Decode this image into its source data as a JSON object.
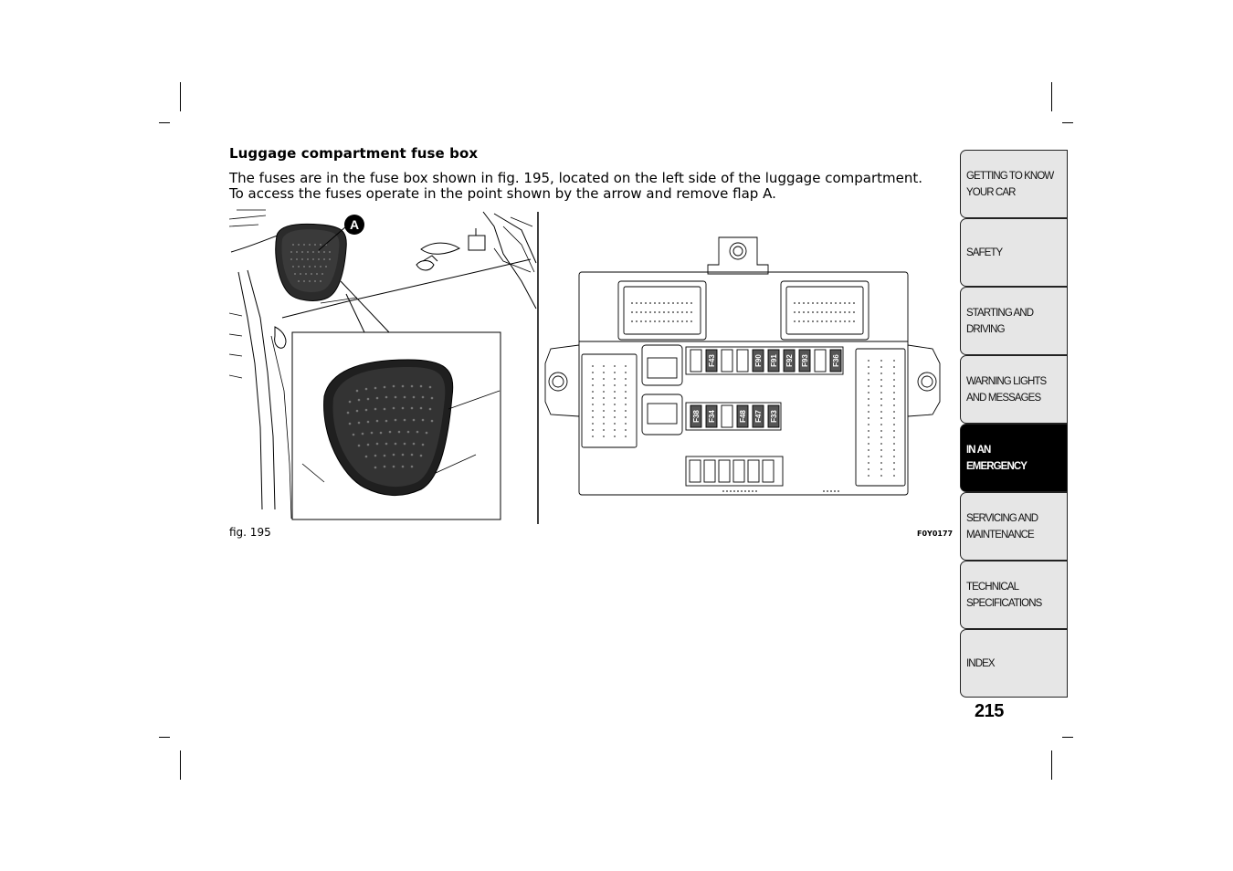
{
  "section": {
    "title": "Luggage compartment fuse box",
    "paragraph_line1": "The fuses are in the fuse box shown in fig. 195, located on the left side of the luggage compartment.",
    "paragraph_line2": "To access the fuses operate in the point shown by the arrow and remove flap A."
  },
  "figure": {
    "caption": "fig. 195",
    "code": "F0Y0177",
    "callout": "A",
    "fuses_top": [
      "F43",
      "F90",
      "F91",
      "F92",
      "F93",
      "F36"
    ],
    "fuses_bottom": [
      "F38",
      "F34",
      "F48",
      "F47",
      "F33"
    ]
  },
  "sidebar": {
    "tabs": [
      {
        "label": "GETTING TO KNOW\nYOUR CAR",
        "active": false
      },
      {
        "label": "SAFETY",
        "active": false
      },
      {
        "label": "STARTING AND\nDRIVING",
        "active": false
      },
      {
        "label": "WARNING LIGHTS\nAND MESSAGES",
        "active": false
      },
      {
        "label": "IN AN\nEMERGENCY",
        "active": true
      },
      {
        "label": "SERVICING AND\nMAINTENANCE",
        "active": false
      },
      {
        "label": "TECHNICAL\nSPECIFICATIONS",
        "active": false
      },
      {
        "label": "INDEX",
        "active": false
      }
    ]
  },
  "page": {
    "number": "215"
  }
}
